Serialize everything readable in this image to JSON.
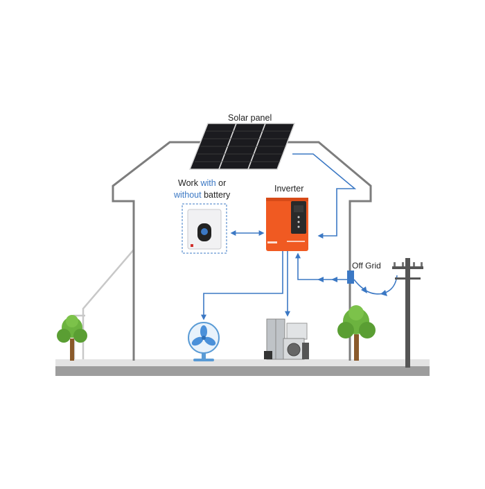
{
  "labels": {
    "solar_panel": "Solar panel",
    "inverter": "Inverter",
    "off_grid": "Off Grid",
    "battery": {
      "w1": "Work",
      "w2": "with",
      "w3": "or",
      "w4": "without",
      "w5": "battery"
    }
  },
  "colors": {
    "house_outline": "#7d7d7d",
    "flow_line": "#3b78c4",
    "inverter_body": "#f05a22",
    "ground": "#d9d9d9",
    "tree_leaf": "#6cb33f"
  }
}
